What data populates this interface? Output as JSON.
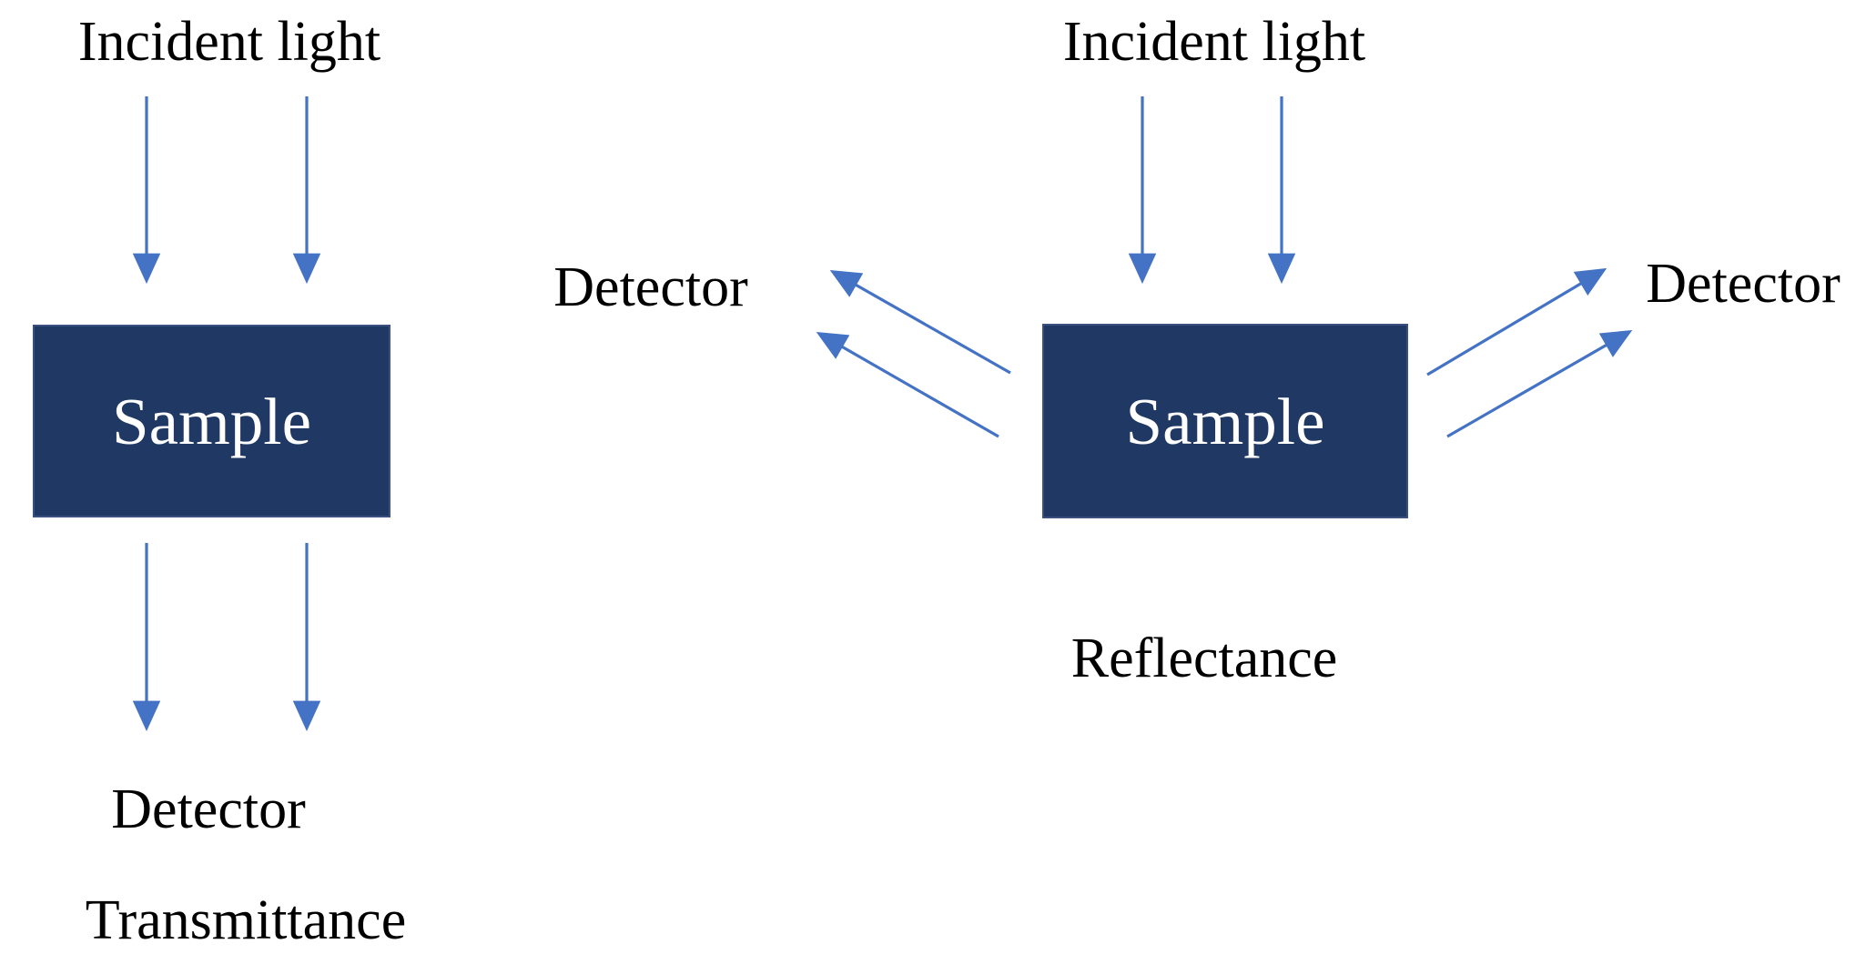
{
  "colors": {
    "background": "#FFFFFF",
    "arrow": "#4472C4",
    "box_fill": "#1F3864",
    "box_text": "#FFFFFF",
    "label_text": "#000000"
  },
  "left_diagram": {
    "incident_light_label": "Incident light",
    "sample_label": "Sample",
    "detector_label": "Detector",
    "caption": "Transmittance"
  },
  "right_diagram": {
    "incident_light_label": "Incident light",
    "sample_label": "Sample",
    "detector_left_label": "Detector",
    "detector_right_label": "Detector",
    "caption": "Reflectance"
  }
}
